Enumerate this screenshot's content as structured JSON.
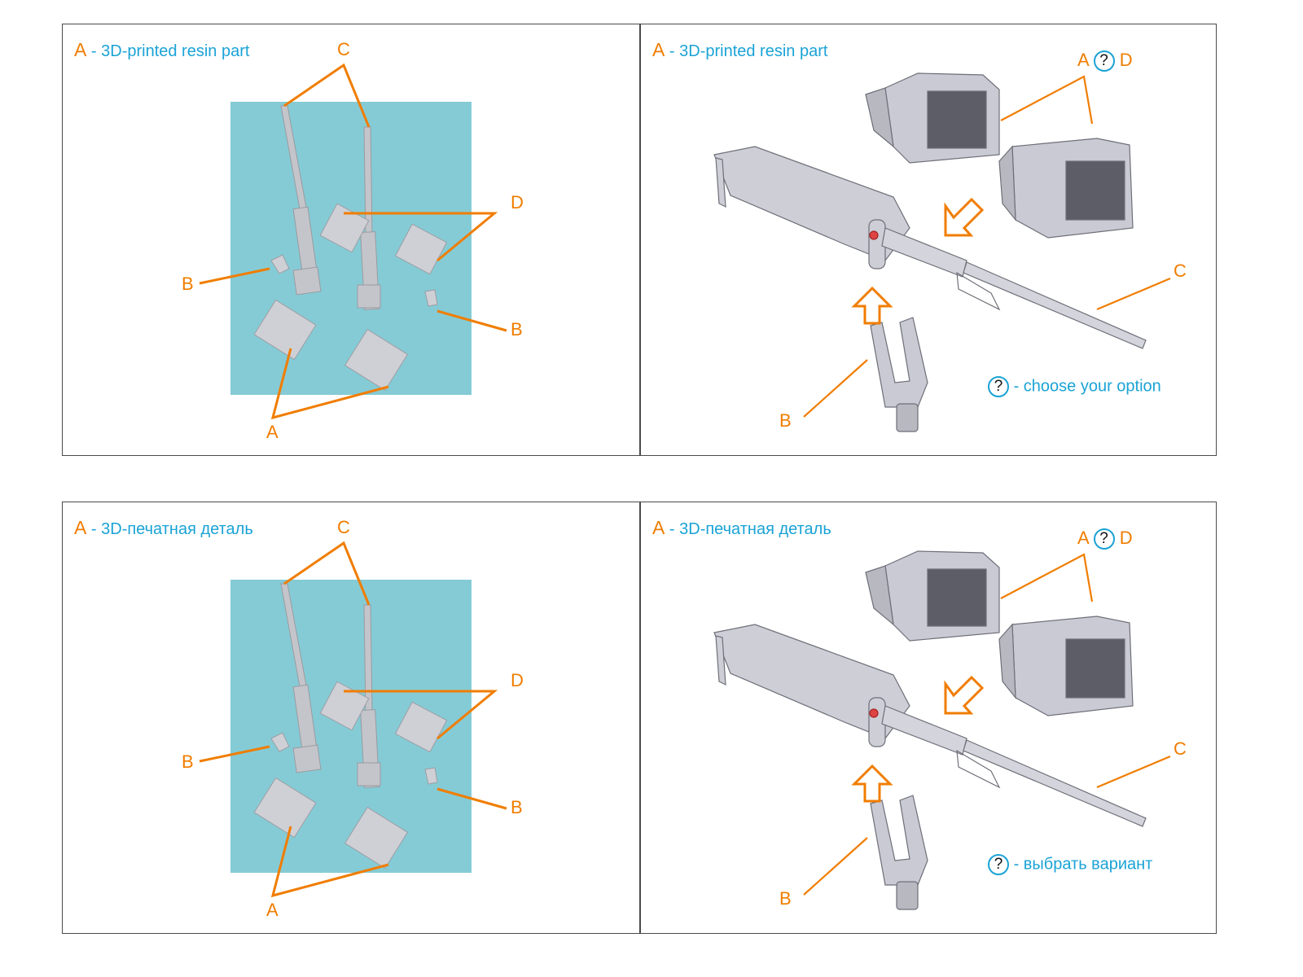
{
  "colors": {
    "callout_orange": "#f07d00",
    "legend_blue": "#1aa3d6",
    "sprue_teal": "#85cbd5",
    "part_grey": "#c9cad3",
    "frame_border": "#4a4a4a"
  },
  "rows": [
    {
      "language": "en",
      "left_panel": {
        "legend_key": "A",
        "legend_text": "- 3D-printed resin part",
        "callouts": {
          "c": "C",
          "d": "D",
          "b1": "B",
          "b2": "B",
          "a": "A"
        }
      },
      "right_panel": {
        "legend_key": "A",
        "legend_text": "- 3D-printed resin part",
        "option_callout": {
          "left": "A",
          "icon": "?",
          "right": "D"
        },
        "callouts": {
          "c": "C",
          "b": "B"
        },
        "choose_icon": "?",
        "choose_text": "- choose your option"
      }
    },
    {
      "language": "ru",
      "left_panel": {
        "legend_key": "A",
        "legend_text": "- 3D-печатная деталь",
        "callouts": {
          "c": "C",
          "d": "D",
          "b1": "B",
          "b2": "B",
          "a": "A"
        }
      },
      "right_panel": {
        "legend_key": "A",
        "legend_text": "- 3D-печатная деталь",
        "option_callout": {
          "left": "A",
          "icon": "?",
          "right": "D"
        },
        "callouts": {
          "c": "C",
          "b": "B"
        },
        "choose_icon": "?",
        "choose_text": "- выбрать вариант"
      }
    }
  ],
  "icons": {
    "question": "question-circle-icon",
    "arrow_down_left": "assembly-arrow-diagonal-icon",
    "arrow_up": "assembly-arrow-up-icon"
  }
}
